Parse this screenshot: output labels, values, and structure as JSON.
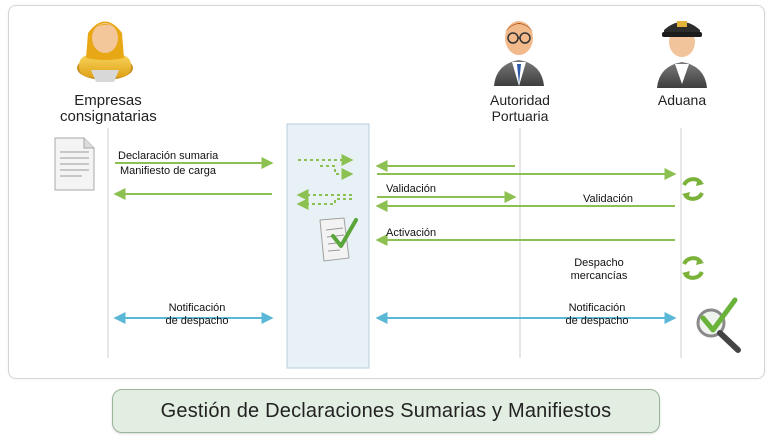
{
  "actors": {
    "empresas": {
      "label_line1": "Empresas",
      "label_line2": "consignatarias"
    },
    "autoridad": {
      "label_line1": "Autoridad",
      "label_line2": "Portuaria"
    },
    "aduana": {
      "label": "Aduana"
    }
  },
  "messages": {
    "declaracion_sumaria": "Declaración sumaria",
    "manifiesto_carga": "Manifiesto de carga",
    "validacion_1": "Validación",
    "validacion_2": "Validación",
    "activacion": "Activación",
    "despacho_line1": "Despacho",
    "despacho_line2": "mercancías",
    "notificacion_left_line1": "Notificación",
    "notificacion_left_line2": "de despacho",
    "notificacion_right_line1": "Notificación",
    "notificacion_right_line2": "de despacho"
  },
  "footer": {
    "title": "Gestión de Declaraciones Sumarias y Manifiestos"
  },
  "colors": {
    "green_arrow": "#8cc152",
    "blue_arrow": "#5bb7d6",
    "central_box": "#e7f1f6",
    "title_bg": "#e3eee3"
  },
  "icons": [
    "document-icon",
    "check-document-icon",
    "refresh-icon",
    "magnifier-check-icon",
    "person-avatar-icon"
  ]
}
